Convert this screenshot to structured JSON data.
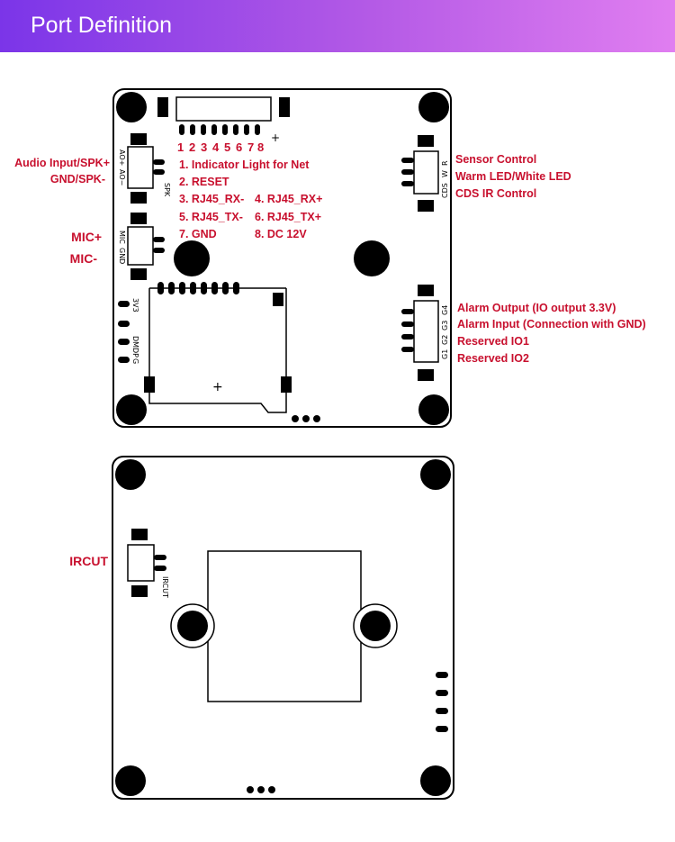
{
  "header": {
    "title": "Port Definition"
  },
  "top_board": {
    "pin_numbers": [
      "1",
      "2",
      "3",
      "4",
      "5",
      "6",
      "7",
      "8"
    ],
    "plus_mark": "+",
    "center_plus": "+",
    "pins": {
      "p1": "1. Indicator Light for Net",
      "p2": "2. RESET",
      "p3": "3. RJ45_RX-",
      "p4": "4. RJ45_RX+",
      "p5": "5. RJ45_TX-",
      "p6": "6. RJ45_TX+",
      "p7": "7. GND",
      "p8": "8. DC 12V"
    },
    "left_labels": {
      "audio": "Audio Input/SPK+",
      "gnd": "GND/SPK-",
      "mic_plus": "MIC+",
      "mic_minus": "MIC-"
    },
    "right_labels": {
      "sensor": "Sensor Control",
      "warm": "Warm LED/White LED",
      "cds": "CDS IR Control",
      "alarm_out": "Alarm Output (IO output 3.3V)",
      "alarm_in": "Alarm Input (Connection with GND)",
      "io1": "Reserved IO1",
      "io2": "Reserved IO2"
    },
    "silk": {
      "ao_plus": "AO+",
      "ao_minus": "AO−",
      "spk": "SPK",
      "mic": "MIC",
      "gnd": "GND",
      "v3": "3V3",
      "dm": "DM",
      "dp": "DP",
      "g": "G",
      "cds": "CDS",
      "w": "W",
      "r": "R",
      "g1": "G1",
      "g2": "G2",
      "g3": "G3",
      "g4": "G4"
    }
  },
  "bottom_board": {
    "ircut_label": "IRCUT",
    "silk_ircut": "IRCUT"
  },
  "colors": {
    "label_red": "#c8102e",
    "header_start": "#7b35e8",
    "header_end": "#e07ef0"
  }
}
